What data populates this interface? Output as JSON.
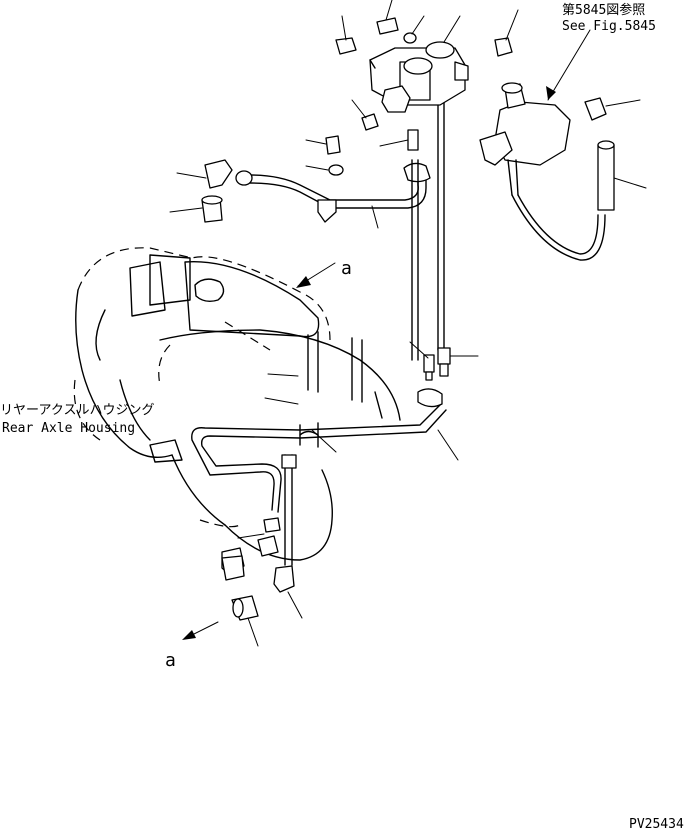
{
  "references": {
    "figure_ref_jp": "第5845図参照",
    "figure_ref_en": "See Fig.5845"
  },
  "labels": {
    "housing_jp": "リヤーアクスルハウジング",
    "housing_en": "Rear Axle Housing",
    "view_mark_top": "a",
    "view_mark_bottom": "a"
  },
  "drawing_code": "PV25434"
}
